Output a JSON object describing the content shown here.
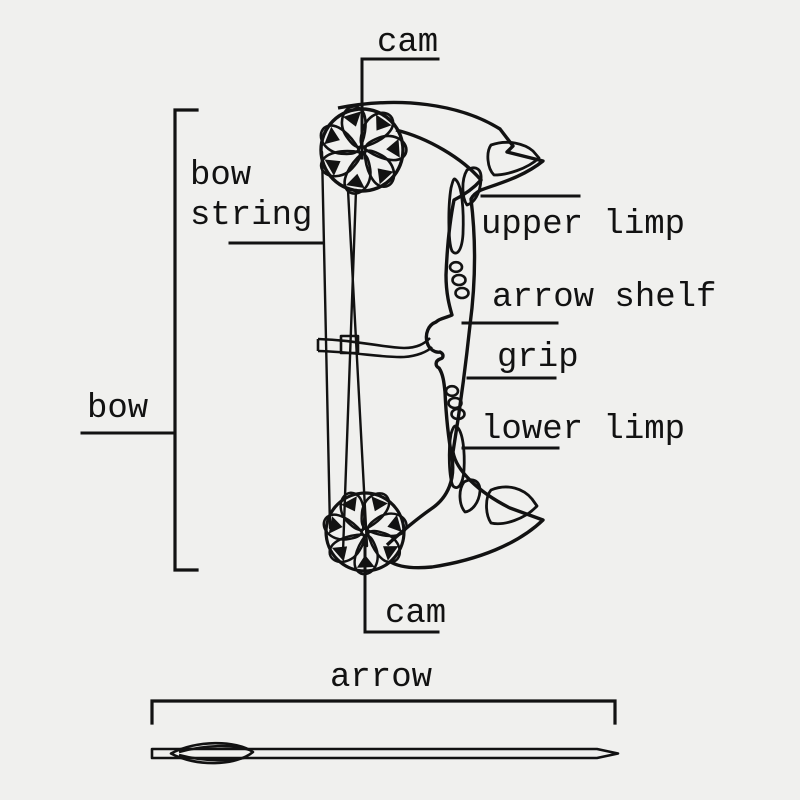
{
  "colors": {
    "background": "#f0f0ee",
    "ink": "#121212"
  },
  "labels": {
    "cam_top": "cam",
    "bow_string": {
      "line1": "bow",
      "line2": "string"
    },
    "bow": "bow",
    "upper_limb": "upper limp",
    "arrow_shelf": "arrow shelf",
    "grip": "grip",
    "lower_limb": "lower limp",
    "cam_bottom": "cam",
    "arrow": "arrow"
  }
}
